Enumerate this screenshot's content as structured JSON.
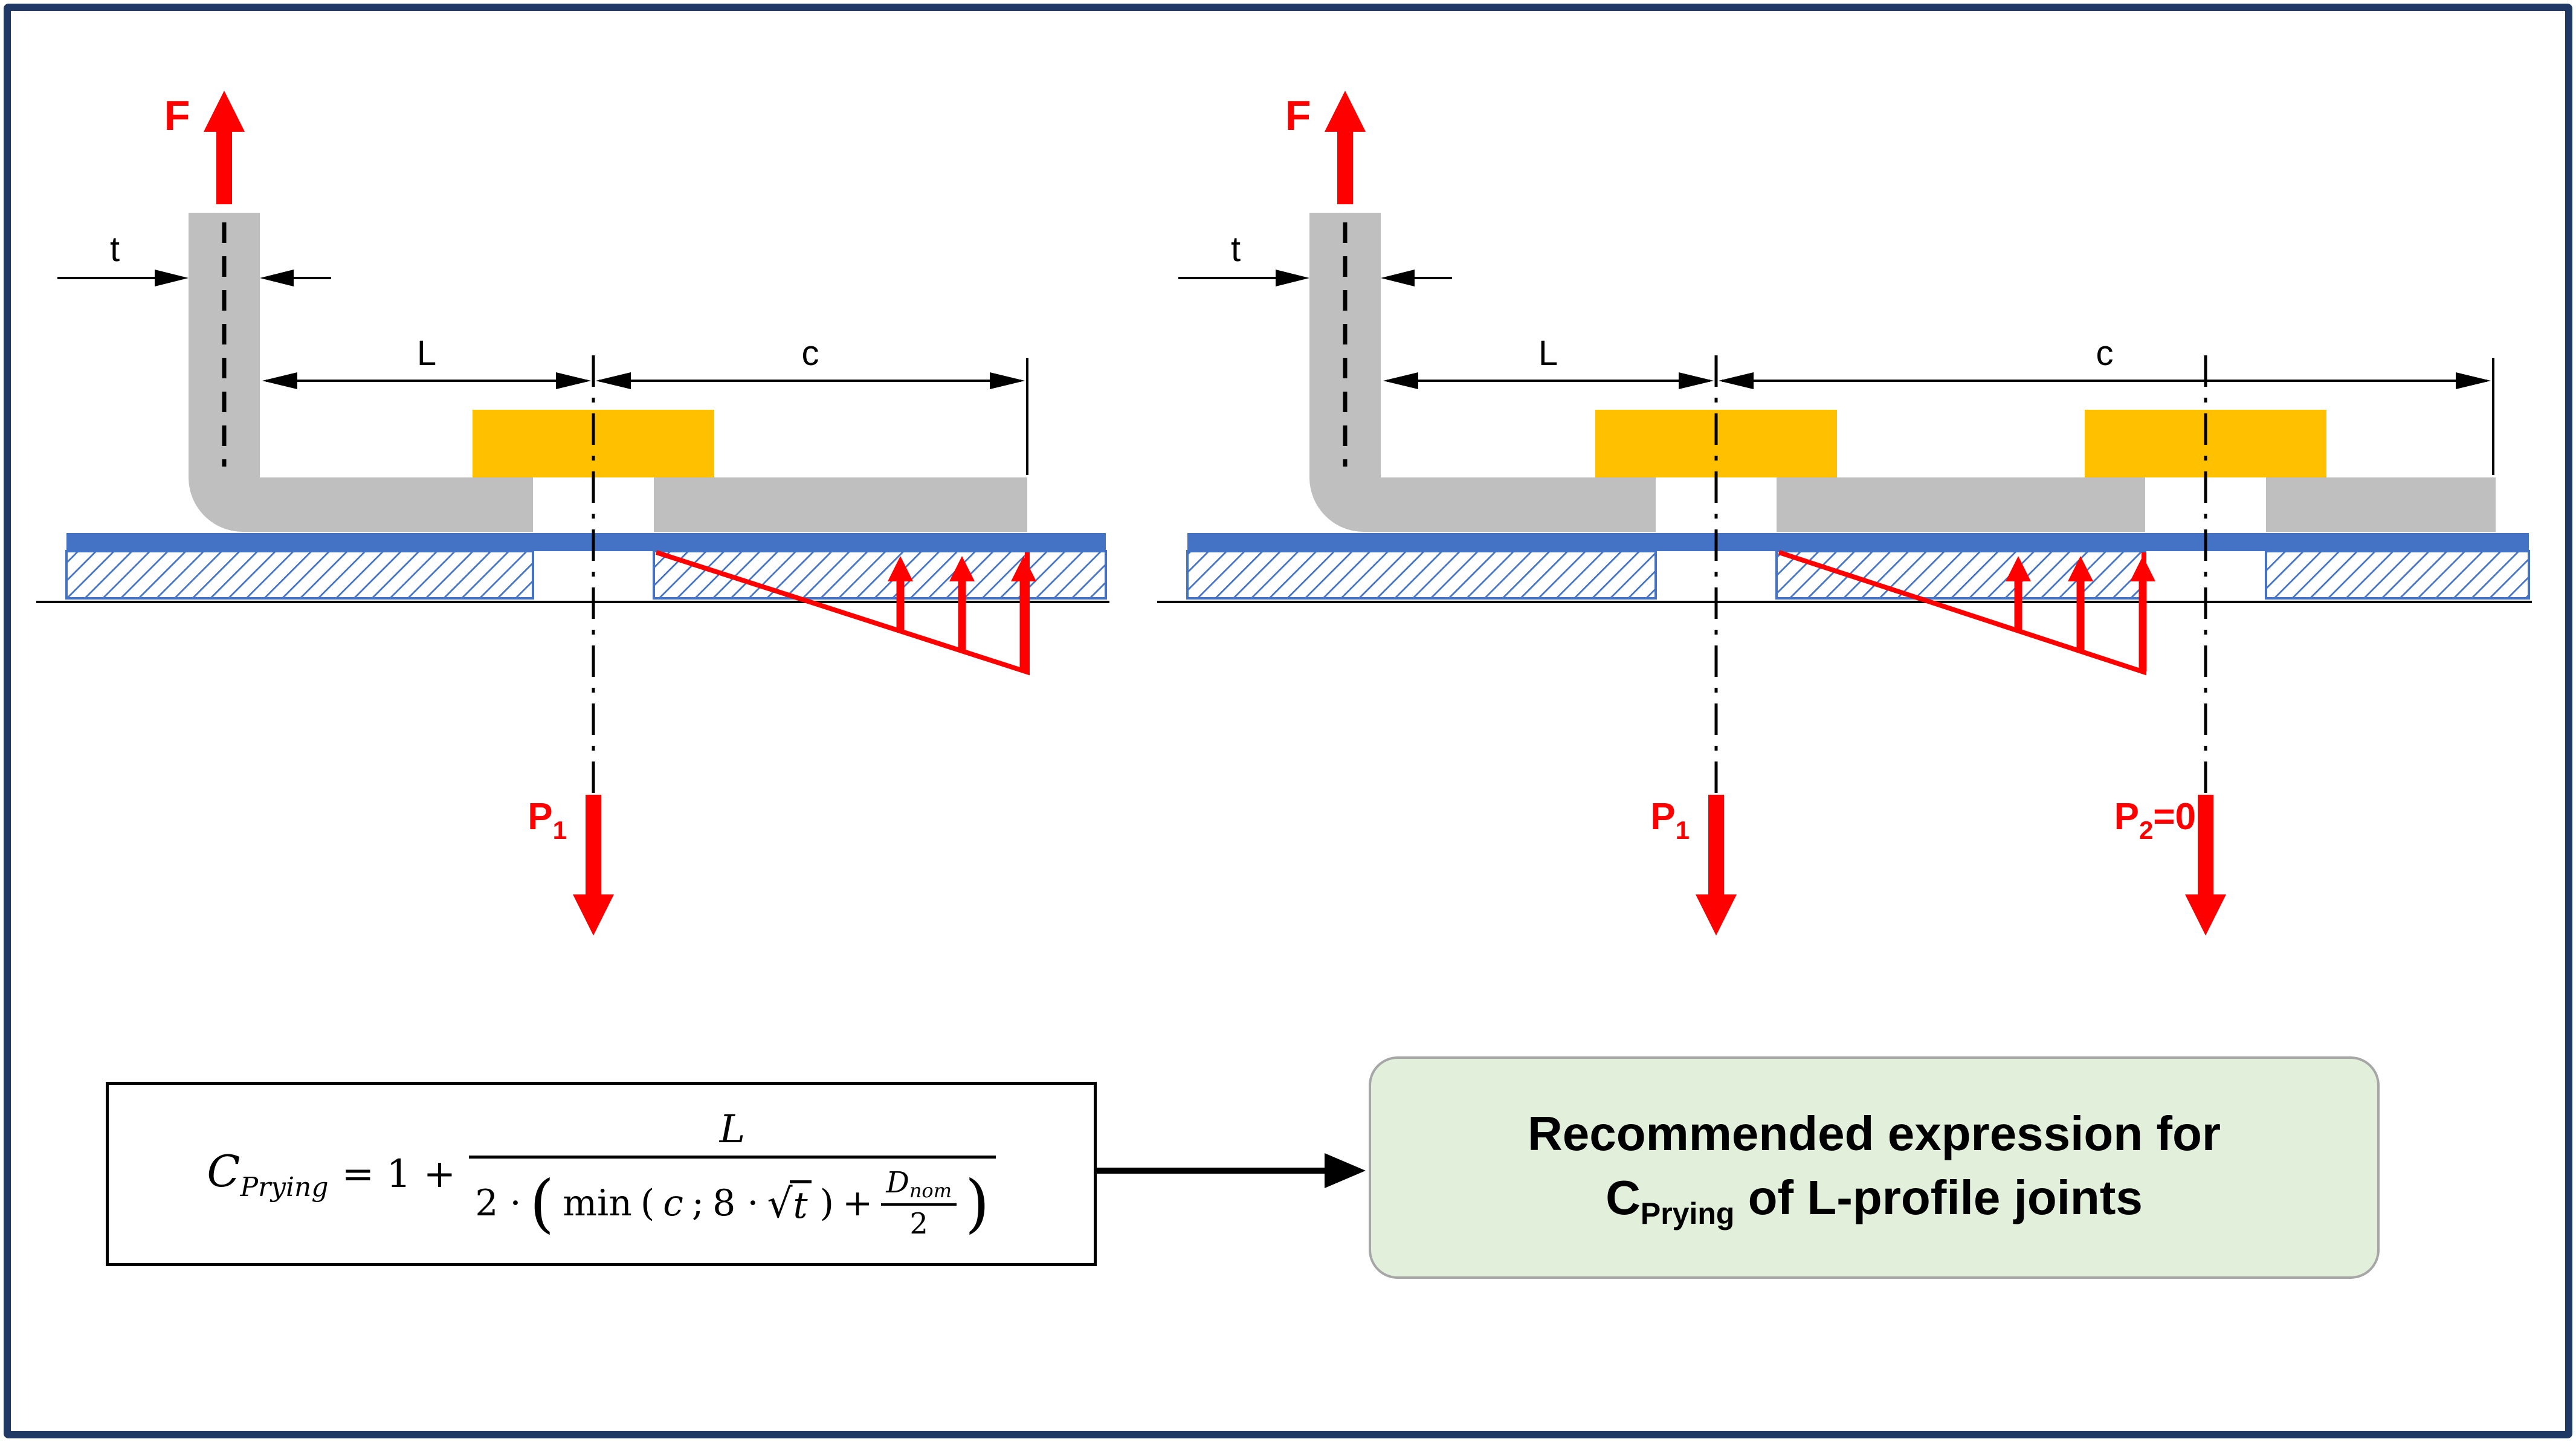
{
  "colors": {
    "frame": "#1f3864",
    "steel": "#bfbfbf",
    "bolt": "#ffc000",
    "plate": "#4472c4",
    "force": "#ff0000",
    "callout_bg": "#e2efda",
    "callout_border": "#a6a6a6"
  },
  "left_diagram": {
    "force_label": "F",
    "thickness_label": "t",
    "length_label": "L",
    "edge_label": "c",
    "p1_base": "P",
    "p1_sub": "1"
  },
  "right_diagram": {
    "force_label": "F",
    "thickness_label": "t",
    "length_label": "L",
    "edge_label": "c",
    "p1_base": "P",
    "p1_sub": "1",
    "p2_base": "P",
    "p2_sub": "2",
    "p2_rest": "=0"
  },
  "formula": {
    "lhs_base": "C",
    "lhs_sub": "Prying",
    "mid": "= 1 +",
    "num": "L",
    "den_coef": "2 ·",
    "paren_open": "(",
    "min_word": "min",
    "inner_open": "(",
    "arg1": "c",
    "separator": ";",
    "coef2": "8 ·",
    "radical": "√",
    "radicand": "t",
    "inner_close": ")",
    "plus": "+",
    "dnom_base": "D",
    "dnom_sub": "nom",
    "dnom_den": "2",
    "paren_close": ")"
  },
  "callout": {
    "line1": "Recommended expression for",
    "line2_base": "C",
    "line2_sub": "Prying",
    "line2_rest": " of L-profile joints"
  }
}
